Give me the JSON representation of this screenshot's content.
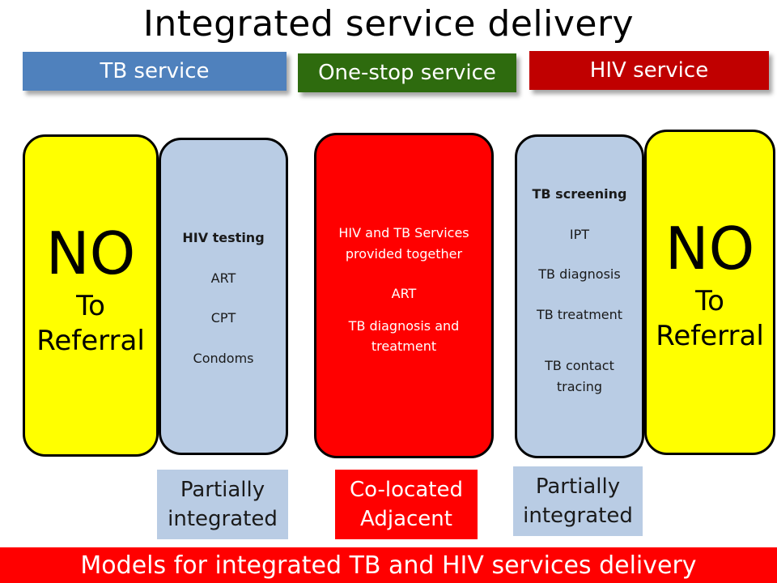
{
  "title": "Integrated service delivery",
  "headers": {
    "tb": "TB service",
    "onestop": "One-stop service",
    "hiv": "HIV service"
  },
  "columns": {
    "left_no": {
      "big": "NO",
      "line1": "To",
      "line2": "Referral"
    },
    "left_partial": {
      "heading": "HIV testing",
      "items": [
        "ART",
        "CPT",
        "Condoms"
      ]
    },
    "center": {
      "heading": "HIV and TB Services provided together",
      "items": [
        "ART",
        "TB diagnosis and treatment"
      ]
    },
    "right_partial": {
      "heading": "TB screening",
      "items": [
        "IPT",
        "TB diagnosis",
        "TB treatment",
        "TB contact tracing"
      ]
    },
    "right_no": {
      "big": "NO",
      "line1": "To",
      "line2": "Referral"
    }
  },
  "labels": {
    "left": [
      "Partially",
      "integrated"
    ],
    "center": [
      "Co-located",
      "Adjacent"
    ],
    "right": [
      "Partially",
      "integrated"
    ]
  },
  "footer": "Models for integrated TB and HIV services delivery",
  "colors": {
    "tb_header": "#4f81bd",
    "onestop_header": "#2e6b0e",
    "hiv_header": "#c00000",
    "no_box": "#ffff00",
    "partial_box": "#b9cce4",
    "center_box": "#ff0000",
    "footer": "#ff0000"
  }
}
